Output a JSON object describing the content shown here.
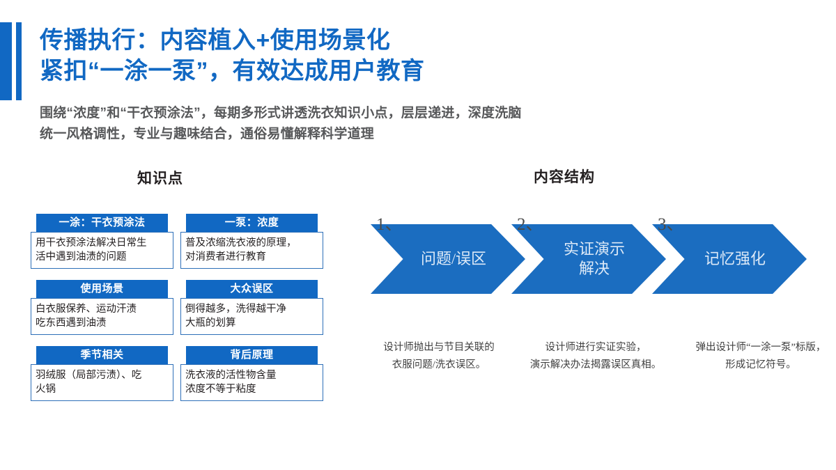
{
  "colors": {
    "brand_blue": "#1168C3",
    "chevron_blue": "#1B6DC0",
    "card_border": "#2D6FB8",
    "subhead_gray": "#57585A",
    "chevron_text": "#DCE9F7"
  },
  "headline": {
    "line1": "传播执行：内容植入+使用场景化",
    "line2": "紧扣“一涂一泵”，有效达成用户教育"
  },
  "subhead": {
    "line1": "围绕“浓度”和“干衣预涂法”，每期多形式讲透洗衣知识小点，层层递进，深度洗脑",
    "line2": "统一风格调性，专业与趣味结合，通俗易懂解释科学道理"
  },
  "sections": {
    "knowledge_title": "知识点",
    "structure_title": "内容结构"
  },
  "knowledge_cards": [
    {
      "header": "一涂：干衣预涂法",
      "body_line1": "用干衣预涂法解决日常生",
      "body_line2": "活中遇到油渍的问题"
    },
    {
      "header": "一泵：浓度",
      "body_line1": "普及浓缩洗衣液的原理，",
      "body_line2": "对消费者进行教育"
    },
    {
      "header": "使用场景",
      "body_line1": "白衣服保养、运动汗渍",
      "body_line2": "吃东西遇到油渍"
    },
    {
      "header": "大众误区",
      "body_line1": "倒得越多，洗得越干净",
      "body_line2": "大瓶的划算"
    },
    {
      "header": "季节相关",
      "body_line1": "羽绒服（局部污渍）、吃",
      "body_line2": "火锅"
    },
    {
      "header": "背后原理",
      "body_line1": "洗衣液的活性物含量",
      "body_line2": "浓度不等于粘度"
    }
  ],
  "flow_steps": [
    {
      "number": "1、",
      "label": "问题/误区"
    },
    {
      "number": "2、",
      "label": "实证演示\n解决"
    },
    {
      "number": "3、",
      "label": "记忆强化"
    }
  ],
  "flow_captions": [
    {
      "line1": "设计师抛出与节目关联的",
      "line2": "衣服问题/洗衣误区。"
    },
    {
      "line1": "设计师进行实证实验，",
      "line2": "演示解决办法揭露误区真相。"
    },
    {
      "line1": "弹出设计师“一涂一泵”标版，",
      "line2": "形成记忆符号。"
    }
  ]
}
